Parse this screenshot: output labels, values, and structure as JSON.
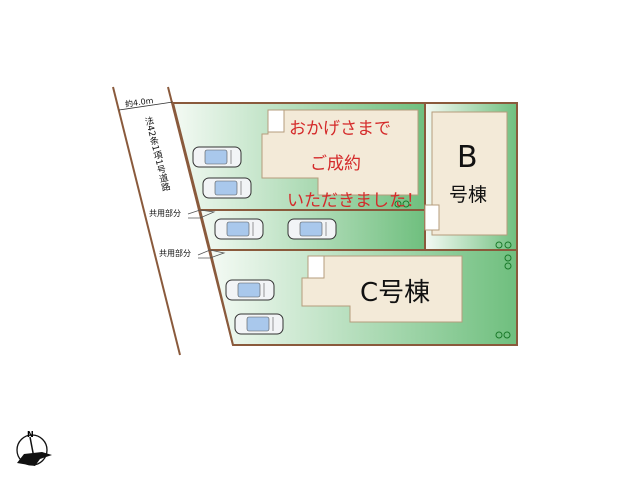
{
  "road": {
    "width_label": "約4.0m",
    "type_label": "法42条1項1号道路",
    "shared_labels": [
      "共用部分",
      "共用部分"
    ]
  },
  "lots": {
    "a": {
      "sold_message": [
        "おかげさまで",
        "ご成約",
        "いただきました！"
      ]
    },
    "b": {
      "letter": "B",
      "suffix": "号棟"
    },
    "c": {
      "name": "C号棟"
    }
  },
  "compass": {
    "north_label": "N"
  },
  "colors": {
    "lot_fill": "#8fcf9a",
    "boundary": "#8a5a3c",
    "building": "#f3ead8",
    "sold_text": "#d42a2a"
  }
}
